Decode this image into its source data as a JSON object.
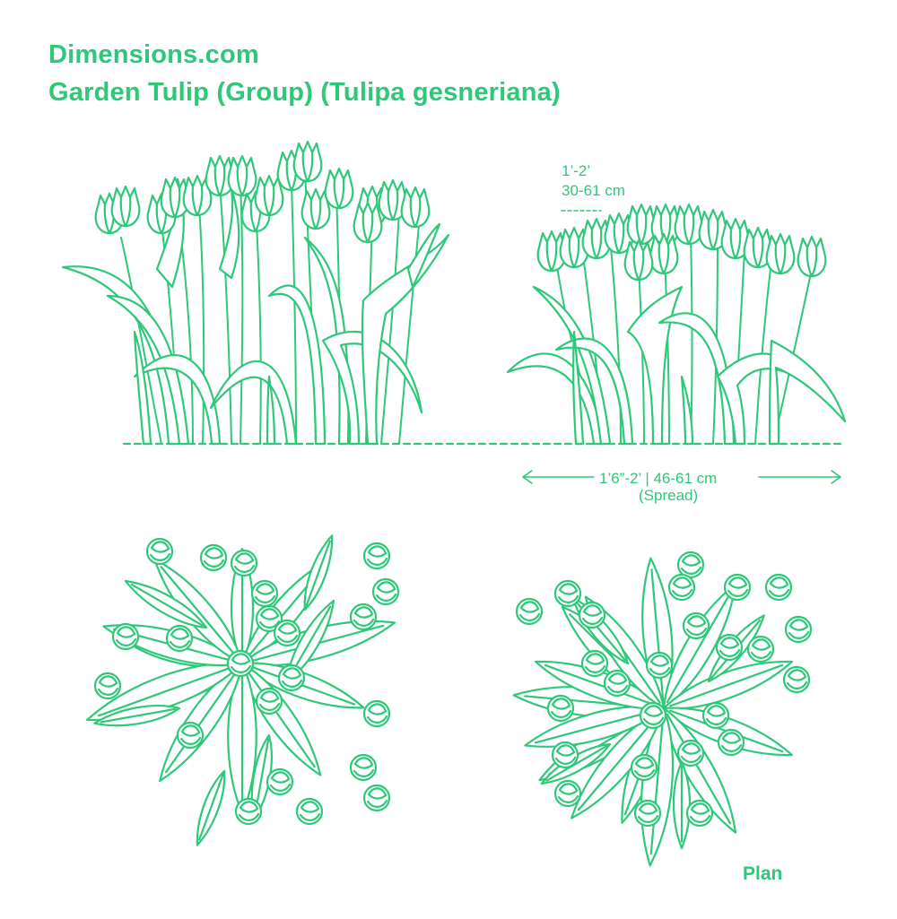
{
  "header": {
    "brand": "Dimensions.com",
    "title": "Garden Tulip (Group) (Tulipa gesneriana)"
  },
  "height_dimension": {
    "imperial": "1’-2’",
    "metric": "30-61 cm"
  },
  "spread_dimension": {
    "value": "1’6”-2’ | 46-61 cm",
    "label": "(Spread)"
  },
  "views": {
    "plan_label": "Plan"
  },
  "colors": {
    "line": "#2dc878",
    "background": "#ffffff"
  }
}
